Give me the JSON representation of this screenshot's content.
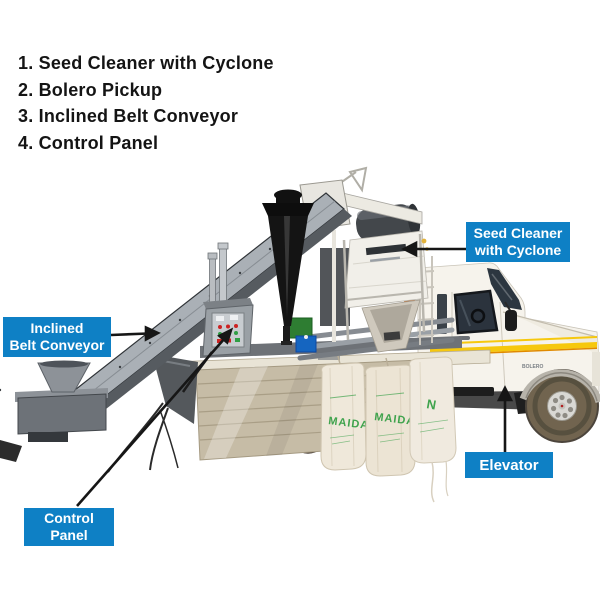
{
  "legend": {
    "items": [
      {
        "text": "1. Seed Cleaner with Cyclone"
      },
      {
        "text": "2. Bolero Pickup"
      },
      {
        "text": "3. Inclined Belt Conveyor"
      },
      {
        "text": "4. Control Panel"
      }
    ]
  },
  "callouts": {
    "bg": "#0e80c5",
    "text_color": "#ffffff",
    "arrow_color": "#161616",
    "seed_cleaner": {
      "line1": "Seed Cleaner",
      "line2": "with Cyclone"
    },
    "inclined_conveyor": {
      "line1": "Inclined",
      "line2": "Belt Conveyor"
    },
    "control_panel": {
      "line1": "Control",
      "line2": "Panel"
    },
    "elevator": {
      "text": "Elevator"
    }
  },
  "photo": {
    "truck_decal": "BOLERO",
    "bag_text": "MAIDA",
    "bag3_mark": "N",
    "colors": {
      "truck_body": "#f6f3ec",
      "stripe_yellow": "#f6c80e",
      "stripe_orange": "#e08a00",
      "cyclone_black": "#141414",
      "conveyor_gray": "#aab0b6",
      "bag_cream": "#efe8da",
      "bag_text_green": "#3fa34d",
      "window_dark": "#2b333d"
    }
  }
}
